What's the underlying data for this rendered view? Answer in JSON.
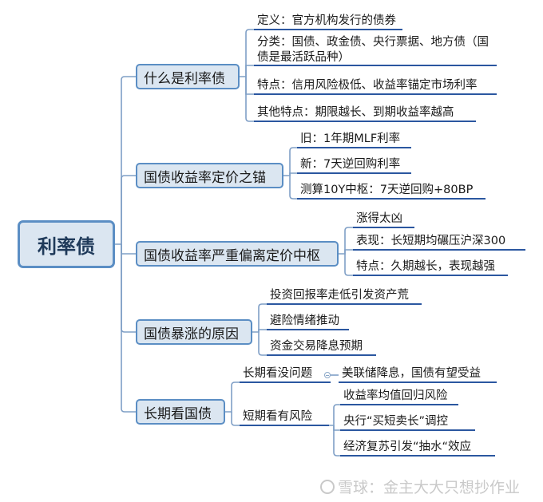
{
  "root": "利率债",
  "branches": [
    {
      "label": "什么是利率债",
      "items": [
        "定义：官方机构发行的债券",
        "分类：国债、政金债、央行票据、地方债（国债是最活跃品种）",
        "特点：信用风险极低、收益率锚定市场利率",
        "其他特点：期限越长、到期收益率越高"
      ]
    },
    {
      "label": "国债收益率定价之锚",
      "items": [
        "旧：1年期MLF利率",
        "新：7天逆回购利率",
        "测算10Y中枢：7天逆回购+80BP"
      ]
    },
    {
      "label": "国债收益率严重偏离定价中枢",
      "items": [
        "涨得太凶",
        "表现：长短期均碾压沪深300",
        "特点：久期越长，表现越强"
      ]
    },
    {
      "label": "国债暴涨的原因",
      "items": [
        "投资回报率走低引发资产荒",
        "避险情绪推动",
        "资金交易降息预期"
      ]
    },
    {
      "label": "长期看国债",
      "subs": [
        {
          "label": "长期看没问题",
          "items": [
            "美联储降息，国债有望受益"
          ]
        },
        {
          "label": "短期看有风险",
          "items": [
            "收益率均值回归风险",
            "央行“买短卖长”调控",
            "经济复苏引发“抽水“效应"
          ]
        }
      ]
    }
  ],
  "watermark": "雪球：金主大大只想抄作业",
  "colors": {
    "node_fill": "#dbe6f1",
    "node_border": "#5b8ec4",
    "line": "#2b57a0",
    "connector": "#7f9fc6"
  }
}
